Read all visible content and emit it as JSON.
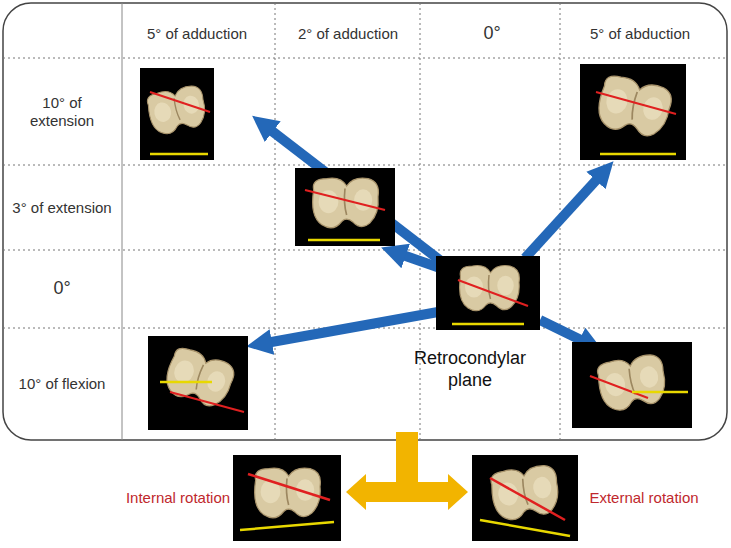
{
  "diagram": {
    "labels": [
      "5° of adduction",
      "2° of adduction",
      "0°",
      "5° of abduction",
      "10° of extension",
      "3° of extension",
      "0°",
      "10° of flexion",
      "Retrocondylar plane",
      "Internal rotation",
      "External rotation"
    ]
  }
}
